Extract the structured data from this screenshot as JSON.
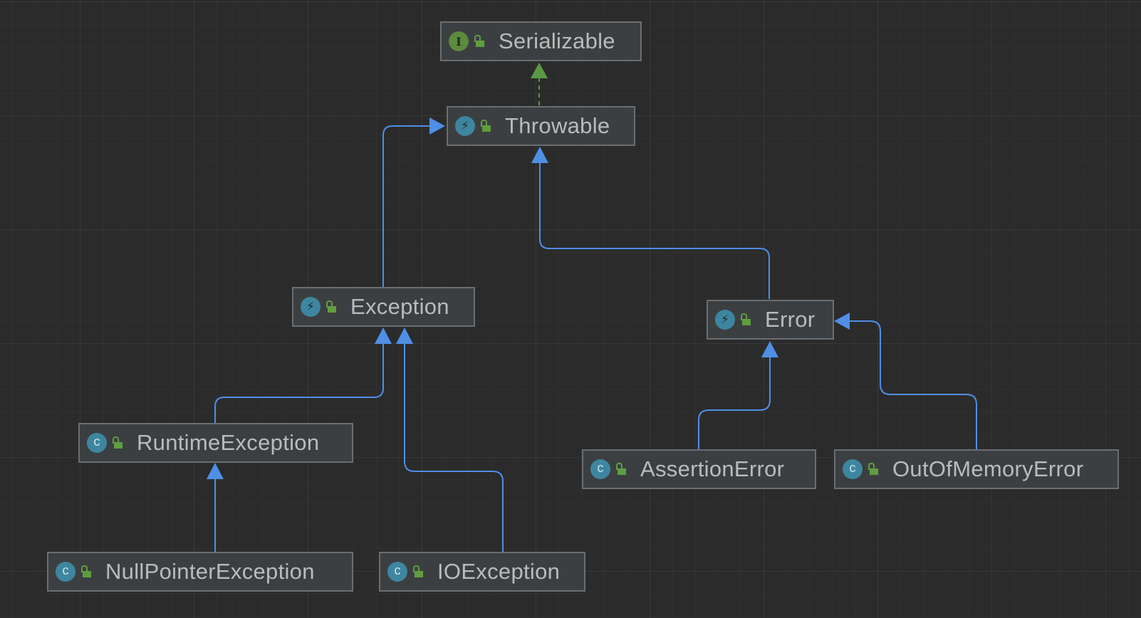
{
  "colors": {
    "background": "#2b2b2b",
    "node_fill": "#3c3f41",
    "node_border": "#6b6e70",
    "text": "#bbbbbb",
    "inheritance_edge": "#4f8fe6",
    "implements_edge": "#5b9a44",
    "class_icon": "#3e86a0",
    "interface_icon": "#5b8b3d",
    "visibility_icon": "#5f9e3f"
  },
  "nodes": {
    "serializable": {
      "label": "Serializable",
      "kind": "interface",
      "kind_icon": "interface-icon",
      "visibility_icon": "public-lock-icon"
    },
    "throwable": {
      "label": "Throwable",
      "kind": "throwable",
      "kind_icon": "throwable-class-icon",
      "visibility_icon": "public-lock-icon"
    },
    "exception": {
      "label": "Exception",
      "kind": "throwable",
      "kind_icon": "throwable-class-icon",
      "visibility_icon": "public-lock-icon"
    },
    "error": {
      "label": "Error",
      "kind": "throwable",
      "kind_icon": "throwable-class-icon",
      "visibility_icon": "public-lock-icon"
    },
    "runtime_exception": {
      "label": "RuntimeException",
      "kind": "class",
      "kind_icon": "class-icon",
      "visibility_icon": "public-lock-icon"
    },
    "null_pointer_exception": {
      "label": "NullPointerException",
      "kind": "class",
      "kind_icon": "class-icon",
      "visibility_icon": "public-lock-icon"
    },
    "io_exception": {
      "label": "IOException",
      "kind": "class",
      "kind_icon": "class-icon",
      "visibility_icon": "public-lock-icon"
    },
    "assertion_error": {
      "label": "AssertionError",
      "kind": "class",
      "kind_icon": "class-icon",
      "visibility_icon": "public-lock-icon"
    },
    "out_of_memory_error": {
      "label": "OutOfMemoryError",
      "kind": "class",
      "kind_icon": "class-icon",
      "visibility_icon": "public-lock-icon"
    }
  },
  "edges": [
    {
      "from": "throwable",
      "to": "serializable",
      "type": "implements",
      "style": "dashed"
    },
    {
      "from": "exception",
      "to": "throwable",
      "type": "extends",
      "style": "solid"
    },
    {
      "from": "error",
      "to": "throwable",
      "type": "extends",
      "style": "solid"
    },
    {
      "from": "runtime_exception",
      "to": "exception",
      "type": "extends",
      "style": "solid"
    },
    {
      "from": "io_exception",
      "to": "exception",
      "type": "extends",
      "style": "solid"
    },
    {
      "from": "null_pointer_exception",
      "to": "runtime_exception",
      "type": "extends",
      "style": "solid"
    },
    {
      "from": "assertion_error",
      "to": "error",
      "type": "extends",
      "style": "solid"
    },
    {
      "from": "out_of_memory_error",
      "to": "error",
      "type": "extends",
      "style": "solid"
    }
  ]
}
